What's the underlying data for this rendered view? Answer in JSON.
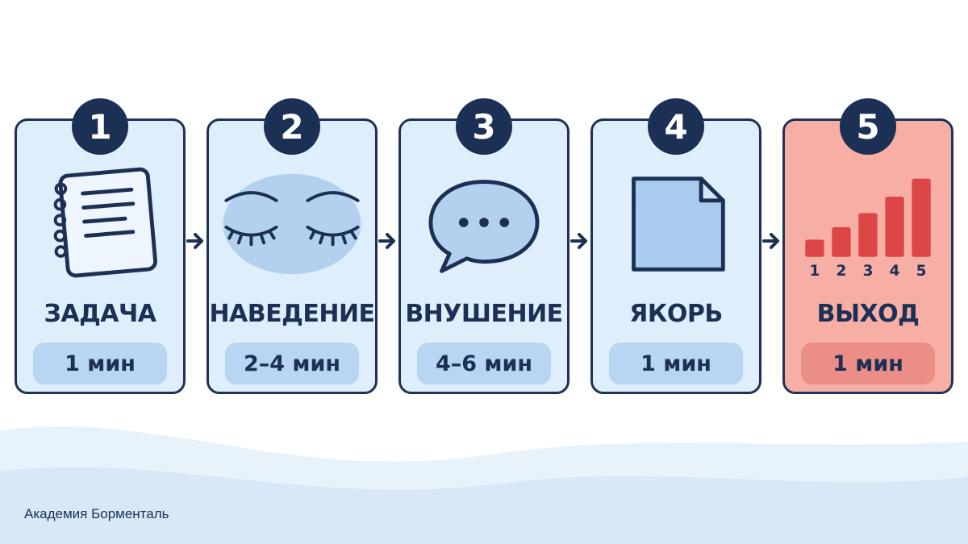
{
  "colors": {
    "navy": "#1c2f55",
    "card_bg": "#dfeefb",
    "accent_bg": "#f6aea5",
    "bar": "#dc4646"
  },
  "steps": [
    {
      "number": "1",
      "title": "ЗАДАЧА",
      "duration": "1 мин",
      "icon": "notebook-icon"
    },
    {
      "number": "2",
      "title": "НАВЕДЕНИЕ",
      "duration": "2–4 мин",
      "icon": "closed-eyes-icon"
    },
    {
      "number": "3",
      "title": "ВНУШЕНИЕ",
      "duration": "4–6 мин",
      "icon": "speech-bubble-icon"
    },
    {
      "number": "4",
      "title": "ЯКОРЬ",
      "duration": "1 мин",
      "icon": "document-icon"
    },
    {
      "number": "5",
      "title": "ВЫХОД",
      "duration": "1 мин",
      "icon": "ascending-bars-icon"
    }
  ],
  "count_labels": [
    "1",
    "2",
    "3",
    "4",
    "5"
  ],
  "footer": "Академия Борменталь"
}
